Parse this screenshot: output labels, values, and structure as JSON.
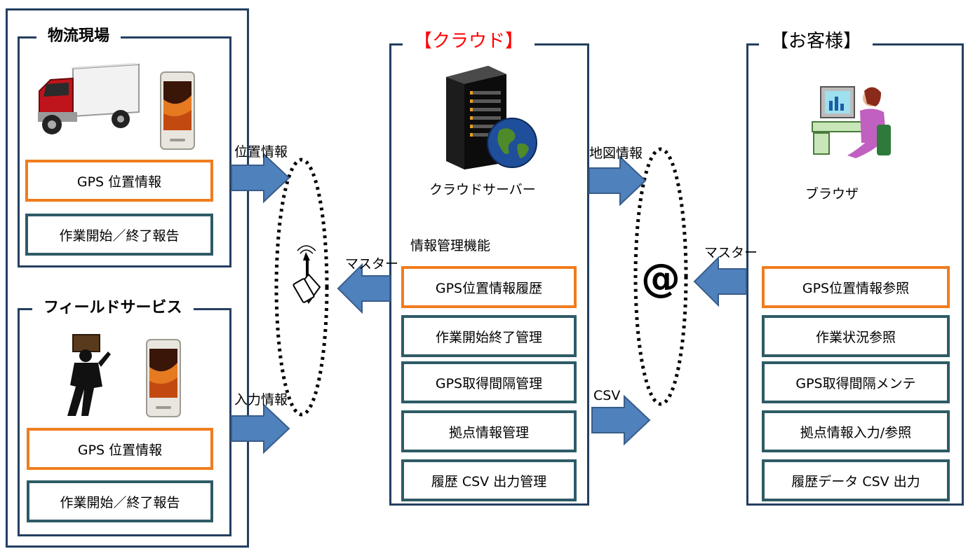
{
  "left_panel": {
    "top_group": {
      "title": "物流現場",
      "items": [
        "GPS 位置情報",
        "作業開始／終了報告"
      ]
    },
    "bottom_group": {
      "title": "フィールドサービス",
      "items": [
        "GPS 位置情報",
        "作業開始／終了報告"
      ]
    }
  },
  "cloud": {
    "title": "【クラウド】",
    "server_label": "クラウドサーバー",
    "section_label": "情報管理機能",
    "functions": [
      "GPS位置情報履歴",
      "作業開始終了管理",
      "GPS取得間隔管理",
      "拠点情報管理",
      "履歴 CSV 出力管理"
    ]
  },
  "customer": {
    "title": "【お客様】",
    "browser_label": "ブラウザ",
    "functions": [
      "GPS位置情報参照",
      "作業状況参照",
      "GPS取得間隔メンテ",
      "拠点情報入力/参照",
      "履歴データ CSV 出力"
    ]
  },
  "arrows": {
    "location_info": "位置情報",
    "input_info": "入力情報",
    "master_left": "マスター",
    "map_info": "地図情報",
    "csv": "CSV",
    "master_right": "マスター"
  },
  "internet_symbol": "@",
  "colors": {
    "frame": "#243f60",
    "highlight_border": "#f07c1e",
    "normal_border": "#2e5b66",
    "arrow": "#4f81bd",
    "cloud_title": "#ff0000"
  },
  "icons": [
    "truck-icon",
    "smartphone-icon",
    "worker-icon",
    "server-icon",
    "globe-icon",
    "mobile-antenna-icon",
    "customer-pc-icon"
  ]
}
